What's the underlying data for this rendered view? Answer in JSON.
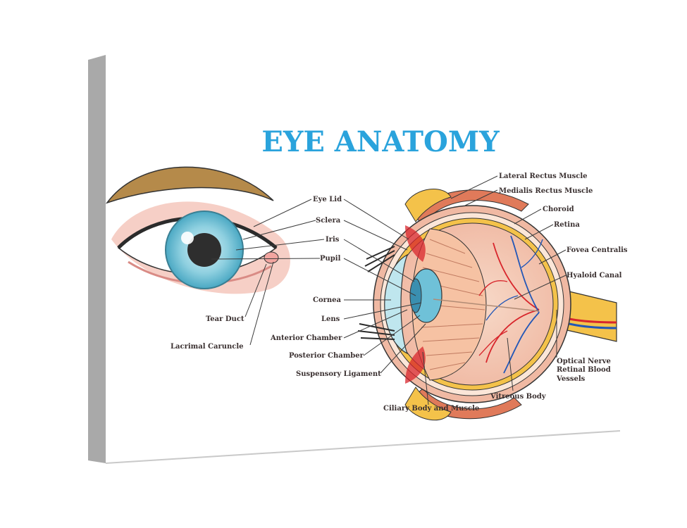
{
  "title": "EYE ANATOMY",
  "labels": {
    "eye_lid": "Eye Lid",
    "sclera": "Sclera",
    "iris": "Iris",
    "pupil": "Pupil",
    "tear_duct": "Tear Duct",
    "lacrimal_caruncle": "Lacrimal Caruncle",
    "cornea": "Cornea",
    "lens": "Lens",
    "anterior_chamber": "Anterior Chamber",
    "posterior_chamber": "Posterior Chamber",
    "suspensory_ligament": "Suspensory Ligament",
    "ciliary_body": "Ciliary Body and Muscle",
    "lateral_rectus": "Lateral Rectus Muscle",
    "medialis_rectus": "Medialis Rectus Muscle",
    "choroid": "Choroid",
    "retina": "Retina",
    "fovea": "Fovea Centralis",
    "hyaloid": "Hyaloid Canal",
    "optic_nerve": "Optical Nerve",
    "retinal_blood": "Retinal Blood",
    "vessels": "Vessels",
    "vitreous": "Vitreous Body"
  },
  "colors": {
    "title": "#2aa3dc",
    "iris": "#8fd0e0",
    "brow": "#b58a4a",
    "skin": "#f6cfc6",
    "vein": "#2357b7",
    "artery": "#d8262c"
  }
}
